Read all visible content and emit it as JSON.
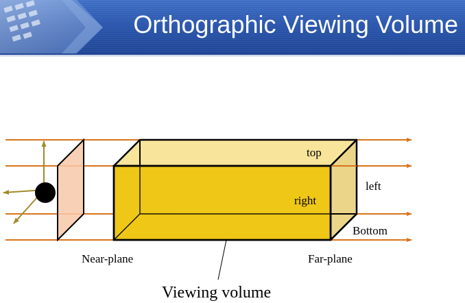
{
  "slide": {
    "title": "Orthographic Viewing Volume"
  },
  "diagram": {
    "labels": {
      "top": "top",
      "right": "right",
      "left": "left",
      "bottom": "Bottom",
      "near_plane": "Near-plane",
      "far_plane": "Far-plane",
      "viewing_volume": "Viewing volume"
    },
    "colors": {
      "banner": "#2a56ad",
      "projector_lines": "#d9731c",
      "axes": "#a08a2a",
      "near_plane_fill": "#f7c8a8",
      "box_front": "#efc716",
      "box_top": "#f8e49a",
      "box_side": "#ead589",
      "eye": "#000000"
    }
  }
}
